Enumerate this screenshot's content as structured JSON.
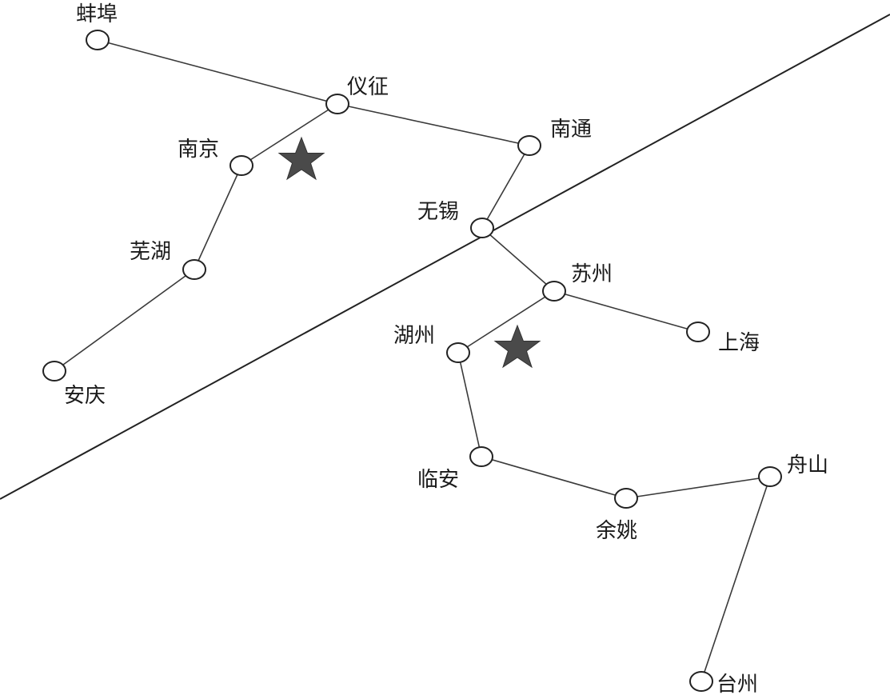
{
  "diagram": {
    "cities": {
      "bengbu": "蚌埠",
      "yizheng": "仪征",
      "nantong": "南通",
      "nanjing": "南京",
      "wuxi": "无锡",
      "wuhu": "芜湖",
      "suzhou": "苏州",
      "huzhou": "湖州",
      "shanghai": "上海",
      "anqing": "安庆",
      "linan": "临安",
      "zhoushan": "舟山",
      "yuyao": "余姚",
      "taizhou": "台州"
    },
    "edges": [
      [
        "bengbu",
        "yizheng"
      ],
      [
        "yizheng",
        "nantong"
      ],
      [
        "yizheng",
        "nanjing"
      ],
      [
        "nanjing",
        "wuhu"
      ],
      [
        "wuhu",
        "anqing"
      ],
      [
        "nantong",
        "wuxi"
      ],
      [
        "wuxi",
        "suzhou"
      ],
      [
        "suzhou",
        "shanghai"
      ],
      [
        "suzhou",
        "huzhou"
      ],
      [
        "huzhou",
        "linan"
      ],
      [
        "linan",
        "yuyao"
      ],
      [
        "yuyao",
        "zhoushan"
      ],
      [
        "zhoushan",
        "taizhou"
      ]
    ],
    "colors": {
      "line": "#3a3a3a",
      "node_stroke": "#222222",
      "star": "#4a4a4a"
    }
  }
}
